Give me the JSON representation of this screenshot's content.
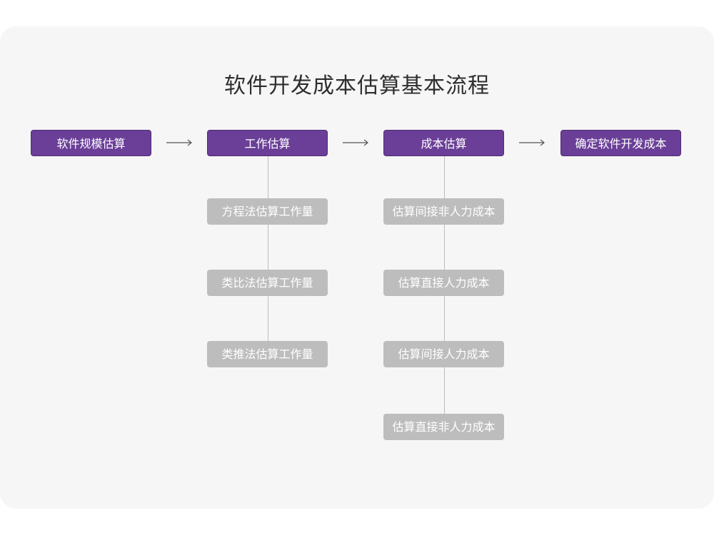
{
  "title": "软件开发成本估算基本流程",
  "steps": [
    {
      "label": "软件规模估算"
    },
    {
      "label": "工作估算"
    },
    {
      "label": "成本估算"
    },
    {
      "label": "确定软件开发成本"
    }
  ],
  "work_estimation_methods": [
    "方程法估算工作量",
    "类比法估算工作量",
    "类推法估算工作量"
  ],
  "cost_estimation_items": [
    "估算间接非人力成本",
    "估算直接人力成本",
    "估算间接人力成本",
    "估算直接非人力成本"
  ],
  "colors": {
    "primary_box": "#6b3f98",
    "secondary_box": "#bdbdbd",
    "background": "#f6f6f6",
    "title_text": "#2e2e2e"
  },
  "icons": [
    "arrow-right-icon"
  ]
}
